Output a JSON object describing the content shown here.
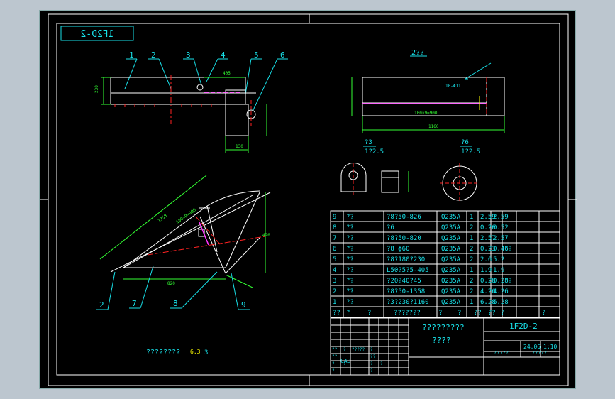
{
  "drawing": {
    "title_mirrored": "1F2D-2",
    "part_labels": [
      "1",
      "2",
      "3",
      "4",
      "5",
      "6"
    ],
    "lower_labels": [
      "2",
      "7",
      "8",
      "9"
    ],
    "view_label": "2??",
    "detail_a": {
      "label": "?3",
      "scale": "1?2.5"
    },
    "detail_b": {
      "label": "?6",
      "scale": "1?2.5"
    },
    "roughness_note": "????????",
    "roughness_symbol_a": "6.3",
    "roughness_symbol_b": "3"
  },
  "bom": {
    "rows": [
      {
        "no": "9",
        "name": "??",
        "spec": "?8?50-826",
        "mat": "Q235A",
        "qty": "1",
        "w1": "2.59",
        "w2": "2.59",
        "note": ""
      },
      {
        "no": "8",
        "name": "??",
        "spec": "?6",
        "mat": "Q235A",
        "qty": "2",
        "w1": "0.26",
        "w2": "0.52",
        "note": ""
      },
      {
        "no": "7",
        "name": "??",
        "spec": "?8?50-820",
        "mat": "Q235A",
        "qty": "1",
        "w1": "2.57",
        "w2": "2.57",
        "note": ""
      },
      {
        "no": "6",
        "name": "??",
        "spec": "?8 ф60",
        "mat": "Q235A",
        "qty": "2",
        "w1": "0.23",
        "w2": "0.46",
        "note": "??"
      },
      {
        "no": "5",
        "name": "??",
        "spec": "?8?180?230",
        "mat": "Q235A",
        "qty": "2",
        "w1": "2.6",
        "w2": "5.2",
        "note": ""
      },
      {
        "no": "4",
        "name": "??",
        "spec": "L50?5?5-405",
        "mat": "Q235A",
        "qty": "1",
        "w1": "1.9",
        "w2": "1.9",
        "note": ""
      },
      {
        "no": "3",
        "name": "??",
        "spec": "?20?40?45",
        "mat": "Q235A",
        "qty": "2",
        "w1": "0.28",
        "w2": "0.28",
        "note": "??"
      },
      {
        "no": "2",
        "name": "??",
        "spec": "?8?50-1358",
        "mat": "Q235A",
        "qty": "2",
        "w1": "4.26",
        "w2": "4.26",
        "note": ""
      },
      {
        "no": "1",
        "name": "??",
        "spec": "?3?230?1160",
        "mat": "Q235A",
        "qty": "1",
        "w1": "6.28",
        "w2": "6.28",
        "note": ""
      }
    ],
    "header": {
      "no": "??",
      "name": "?",
      "code": "?",
      "spec": "???????",
      "qty": "?",
      "mat": "?",
      "w1": "??",
      "w2": "??",
      "note": "?",
      "x": "?"
    }
  },
  "title_block": {
    "company": "?????????",
    "drawing_name": "????",
    "drawing_no": "1F2D-2",
    "weight": "24.06",
    "scale": "1:10",
    "weight_label": "?????",
    "scale_label": "?????",
    "cad_label": "CAD",
    "left_cells": [
      "??",
      "?",
      "?????",
      "?",
      "??",
      "??",
      "?",
      "?",
      "?",
      "?",
      "?",
      "?"
    ]
  },
  "colors": {
    "sheet_bg": "#000000",
    "outer_bg": "#bcc6cf",
    "cyan": "#18e0e8",
    "white": "#ffffff",
    "green": "#33ff33",
    "red": "#ff2222",
    "magenta": "#ff33ff"
  }
}
